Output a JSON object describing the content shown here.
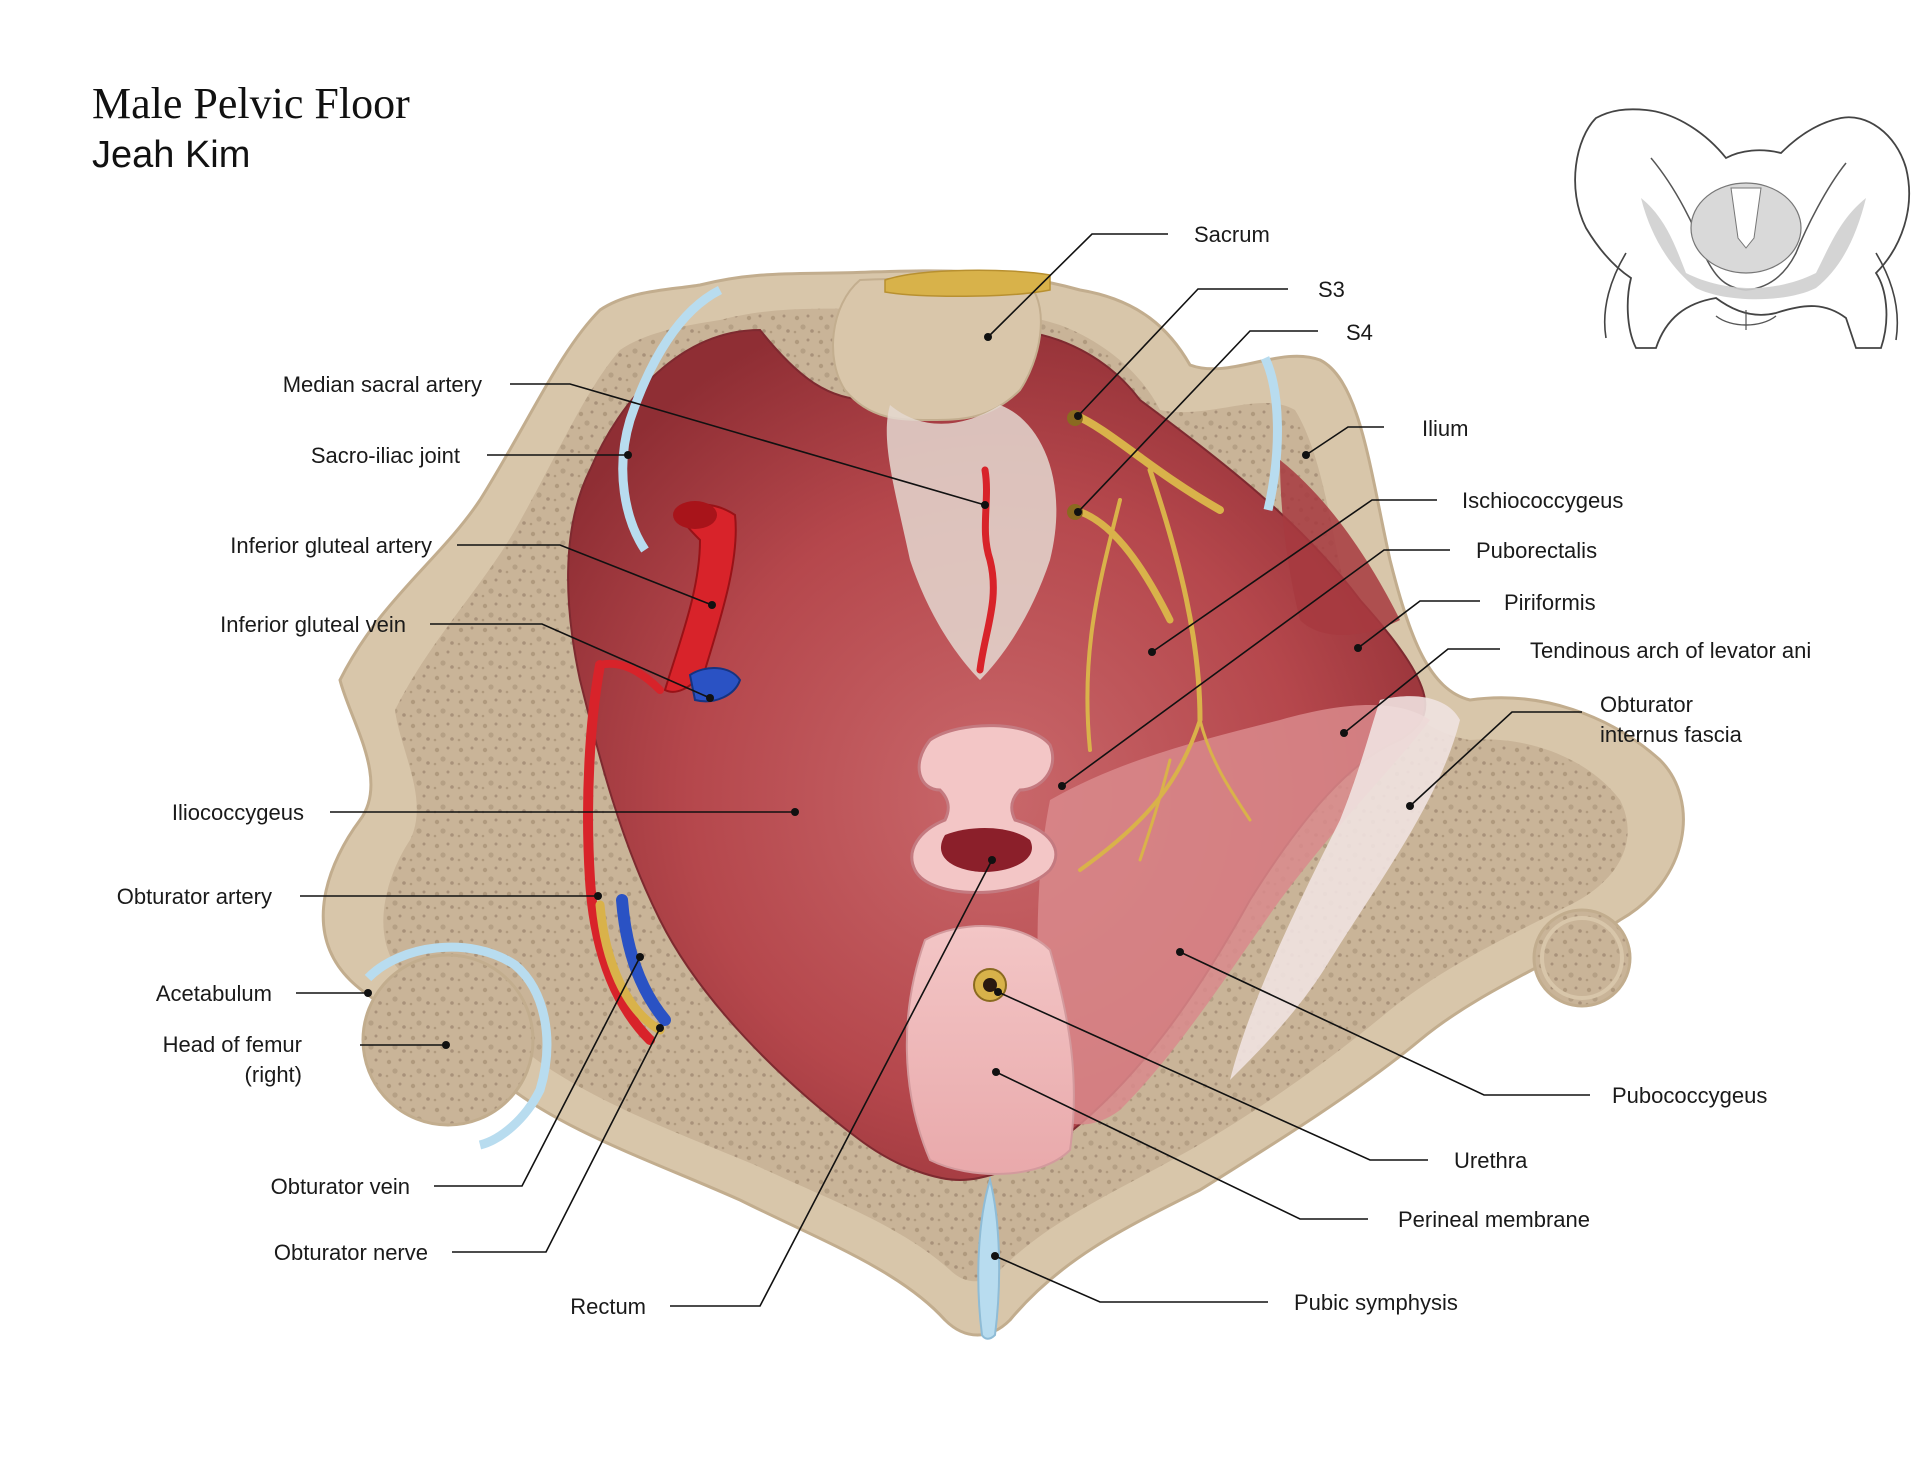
{
  "title": "Male Pelvic Floor",
  "author": "Jeah Kim",
  "labels": {
    "sacrum": "Sacrum",
    "s3": "S3",
    "s4": "S4",
    "median_sacral_artery": "Median sacral artery",
    "sacro_iliac_joint": "Sacro-iliac joint",
    "ilium": "Ilium",
    "inferior_gluteal_artery": "Inferior gluteal artery",
    "ischiococcygeus": "Ischiococcygeus",
    "puborectalis": "Puborectalis",
    "inferior_gluteal_vein": "Inferior gluteal vein",
    "piriformis": "Piriformis",
    "tendinous_arch": "Tendinous arch of levator ani",
    "obturator_internus_fascia_1": "Obturator",
    "obturator_internus_fascia_2": "internus fascia",
    "iliococcygeus": "Iliococcygeus",
    "obturator_artery": "Obturator artery",
    "acetabulum": "Acetabulum",
    "head_of_femur_1": "Head of femur",
    "head_of_femur_2": "(right)",
    "pubococcygeus": "Pubococcygeus",
    "urethra": "Urethra",
    "obturator_vein": "Obturator vein",
    "perineal_membrane": "Perineal membrane",
    "obturator_nerve": "Obturator nerve",
    "pubic_symphysis": "Pubic symphysis",
    "rectum": "Rectum"
  },
  "colors": {
    "bone": "#d7c4a8",
    "bone_inner": "#c7b296",
    "muscle": "#b4494d",
    "muscle_light": "#d78083",
    "cartilage": "#b8dcef",
    "artery": "#d8232a",
    "vein": "#2a52c4",
    "nerve": "#d9b24a",
    "membrane": "#efc3c3"
  }
}
